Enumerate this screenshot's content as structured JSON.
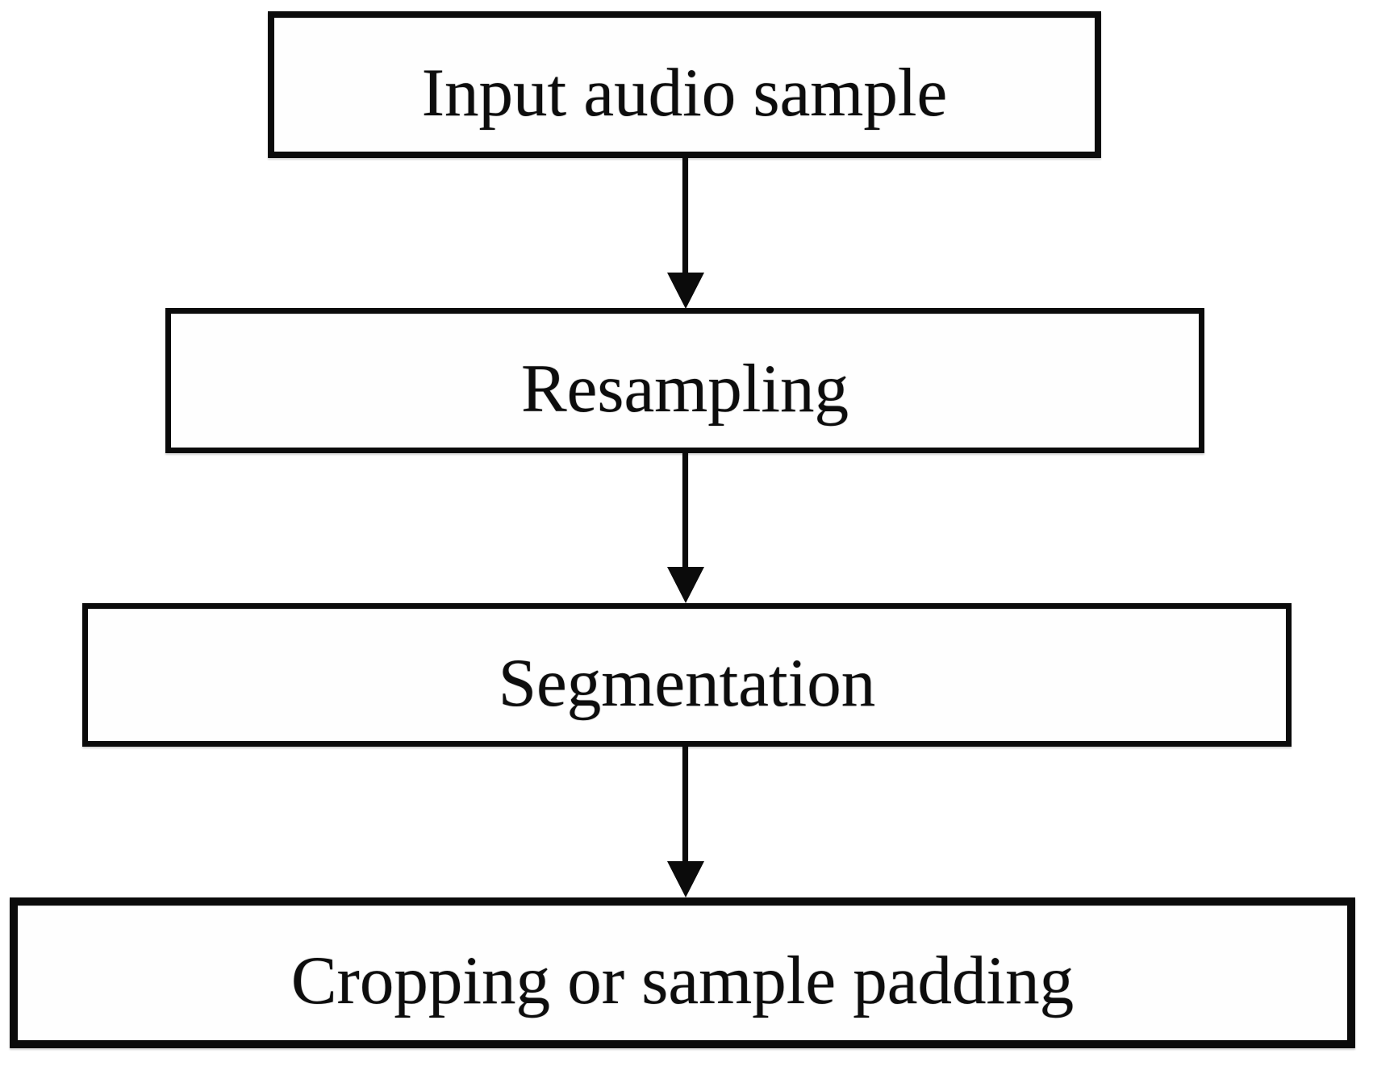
{
  "flowchart": {
    "type": "flowchart",
    "direction": "top-to-bottom",
    "nodes": [
      {
        "id": "input-audio-sample",
        "label": "Input audio sample"
      },
      {
        "id": "resampling",
        "label": "Resampling"
      },
      {
        "id": "segmentation",
        "label": "Segmentation"
      },
      {
        "id": "cropping-or-sample-padding",
        "label": "Cropping or sample padding"
      }
    ],
    "edges": [
      {
        "from": "input-audio-sample",
        "to": "resampling",
        "arrow": "down"
      },
      {
        "from": "resampling",
        "to": "segmentation",
        "arrow": "down"
      },
      {
        "from": "segmentation",
        "to": "cropping-or-sample-padding",
        "arrow": "down"
      }
    ],
    "colors": {
      "background": "#ffffff",
      "node_fill": "#fefefe",
      "node_border": "#0b0b0b",
      "text": "#0d0d0d",
      "arrow": "#0b0b0b"
    }
  }
}
